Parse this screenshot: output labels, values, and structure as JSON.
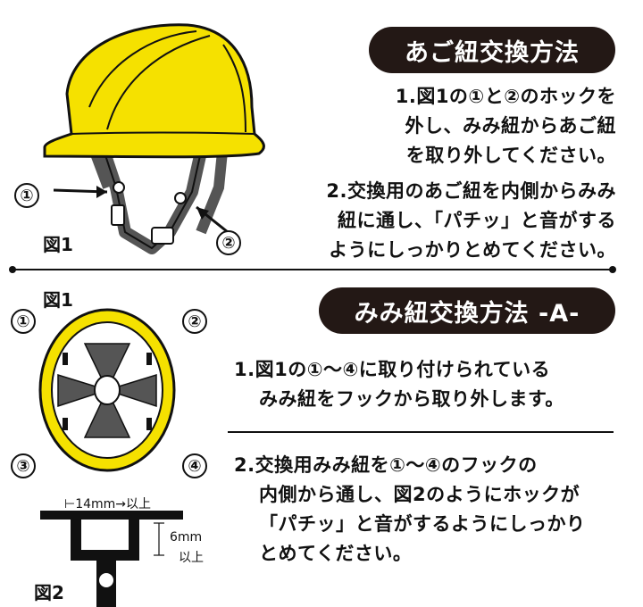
{
  "section1": {
    "title": "あご紐交換方法",
    "step1_lines": [
      "1.図1の①と②のホックを",
      "外し、みみ紐からあご紐",
      "を取り外してください。"
    ],
    "step2_lines": [
      "2.交換用のあご紐を内側からみみ",
      "紐に通し、「パチッ」と音がする",
      "ようにしっかりとめてください。"
    ],
    "figure_label": "図1",
    "marker1": "①",
    "marker2": "②"
  },
  "section2": {
    "title": "みみ紐交換方法 -A-",
    "figure1_label": "図1",
    "step1_lines": [
      "1.図1の①～④に取り付けられている",
      "みみ紐をフックから取り外します。"
    ],
    "step2_lines": [
      "2.交換用みみ紐を①～④のフックの",
      "内側から通し、図2のようにホックが",
      "「パチッ」と音がするようにしっかり",
      "とめてください。"
    ],
    "markers": [
      "①",
      "②",
      "③",
      "④"
    ],
    "figure2_label": "図2",
    "dim_width": "14mm",
    "dim_width_suffix": "以上",
    "dim_height": "6mm",
    "dim_height_suffix": "以上"
  },
  "colors": {
    "helmet_yellow": "#F5E100",
    "pill_bg": "#231815",
    "strap_gray": "#555555"
  }
}
